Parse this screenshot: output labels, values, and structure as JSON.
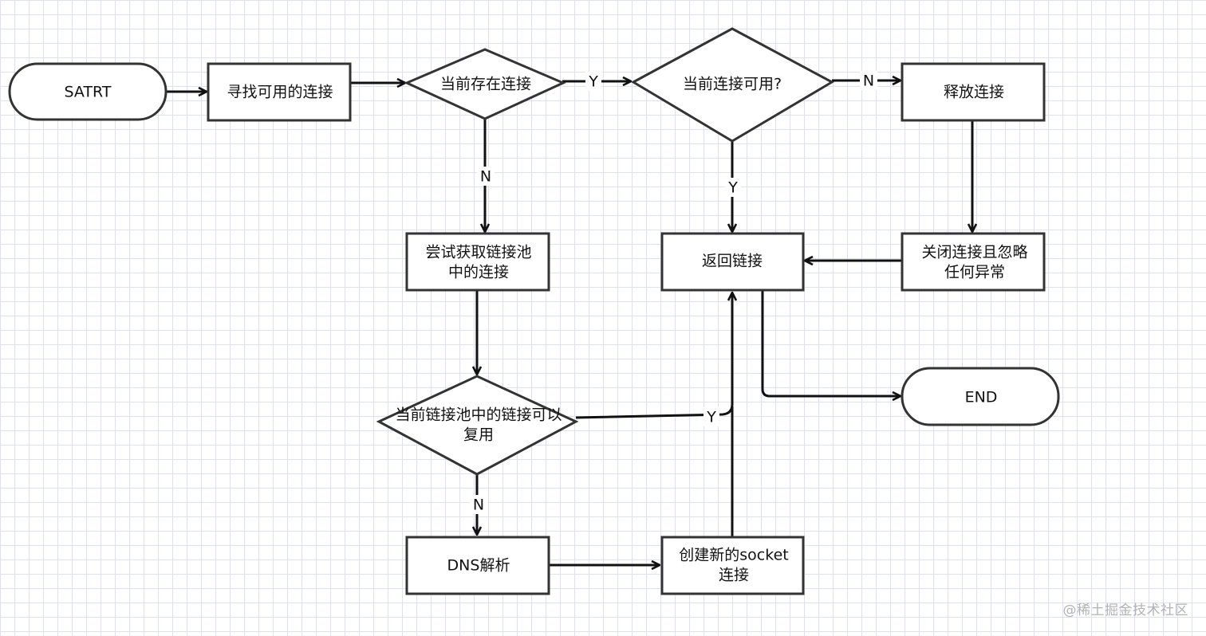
{
  "nodes": {
    "start": "SATRT",
    "find_conn": "寻找可用的连接",
    "has_conn": "当前存在连接",
    "conn_usable": "当前连接可用?",
    "release_conn": "释放连接",
    "try_pool_line1": "尝试获取链接池",
    "try_pool_line2": "中的连接",
    "return_conn": "返回链接",
    "close_conn_line1": "关闭连接且忽略",
    "close_conn_line2": "任何异常",
    "end": "END",
    "pool_reusable_line1": "当前链接池中的链接可以",
    "pool_reusable_line2": "复用",
    "dns": "DNS解析",
    "new_socket_line1": "创建新的socket",
    "new_socket_line2": "连接"
  },
  "edge_labels": {
    "has_to_usable": "Y",
    "has_to_pool": "N",
    "usable_to_release": "N",
    "usable_to_return": "Y",
    "pool_to_return": "Y",
    "pool_to_dns": "N"
  },
  "watermark": "@稀土掘金技术社区"
}
